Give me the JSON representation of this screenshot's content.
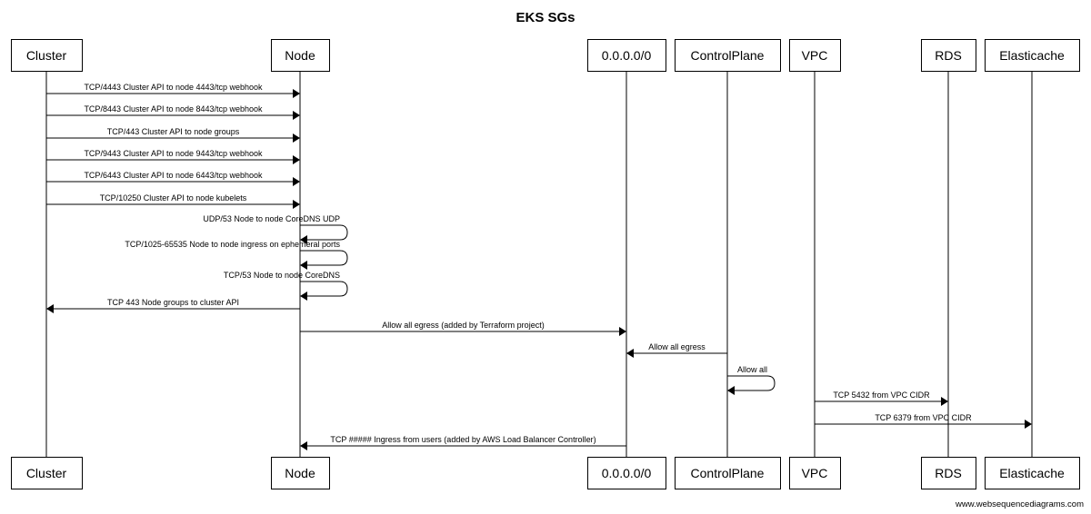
{
  "title": "EKS SGs",
  "footer": "www.websequencediagrams.com",
  "participants": [
    {
      "id": "cluster",
      "label": "Cluster"
    },
    {
      "id": "node",
      "label": "Node"
    },
    {
      "id": "internet",
      "label": "0.0.0.0/0"
    },
    {
      "id": "controlplane",
      "label": "ControlPlane"
    },
    {
      "id": "vpc",
      "label": "VPC"
    },
    {
      "id": "rds",
      "label": "RDS"
    },
    {
      "id": "elasticache",
      "label": "Elasticache"
    }
  ],
  "messages": [
    {
      "from": "cluster",
      "to": "node",
      "label": "TCP/4443 Cluster API to node 4443/tcp webhook"
    },
    {
      "from": "cluster",
      "to": "node",
      "label": "TCP/8443 Cluster API to node 8443/tcp webhook"
    },
    {
      "from": "cluster",
      "to": "node",
      "label": "TCP/443 Cluster API to node groups"
    },
    {
      "from": "cluster",
      "to": "node",
      "label": "TCP/9443 Cluster API to node 9443/tcp webhook"
    },
    {
      "from": "cluster",
      "to": "node",
      "label": "TCP/6443 Cluster API to node 6443/tcp webhook"
    },
    {
      "from": "cluster",
      "to": "node",
      "label": "TCP/10250 Cluster API to node kubelets"
    },
    {
      "from": "node",
      "to": "node",
      "label": "UDP/53 Node to node CoreDNS UDP"
    },
    {
      "from": "node",
      "to": "node",
      "label": "TCP/1025-65535 Node to node ingress on ephemeral ports"
    },
    {
      "from": "node",
      "to": "node",
      "label": "TCP/53 Node to node CoreDNS"
    },
    {
      "from": "node",
      "to": "cluster",
      "label": "TCP 443 Node groups to cluster API"
    },
    {
      "from": "node",
      "to": "internet",
      "label": "Allow all egress (added by Terraform project)"
    },
    {
      "from": "controlplane",
      "to": "internet",
      "label": "Allow all egress"
    },
    {
      "from": "controlplane",
      "to": "controlplane",
      "label": "Allow all"
    },
    {
      "from": "vpc",
      "to": "rds",
      "label": "TCP 5432 from VPC CIDR"
    },
    {
      "from": "vpc",
      "to": "elasticache",
      "label": "TCP 6379 from VPC CIDR"
    },
    {
      "from": "internet",
      "to": "node",
      "label": "TCP ##### Ingress from users (added by AWS Load Balancer Controller)"
    }
  ]
}
